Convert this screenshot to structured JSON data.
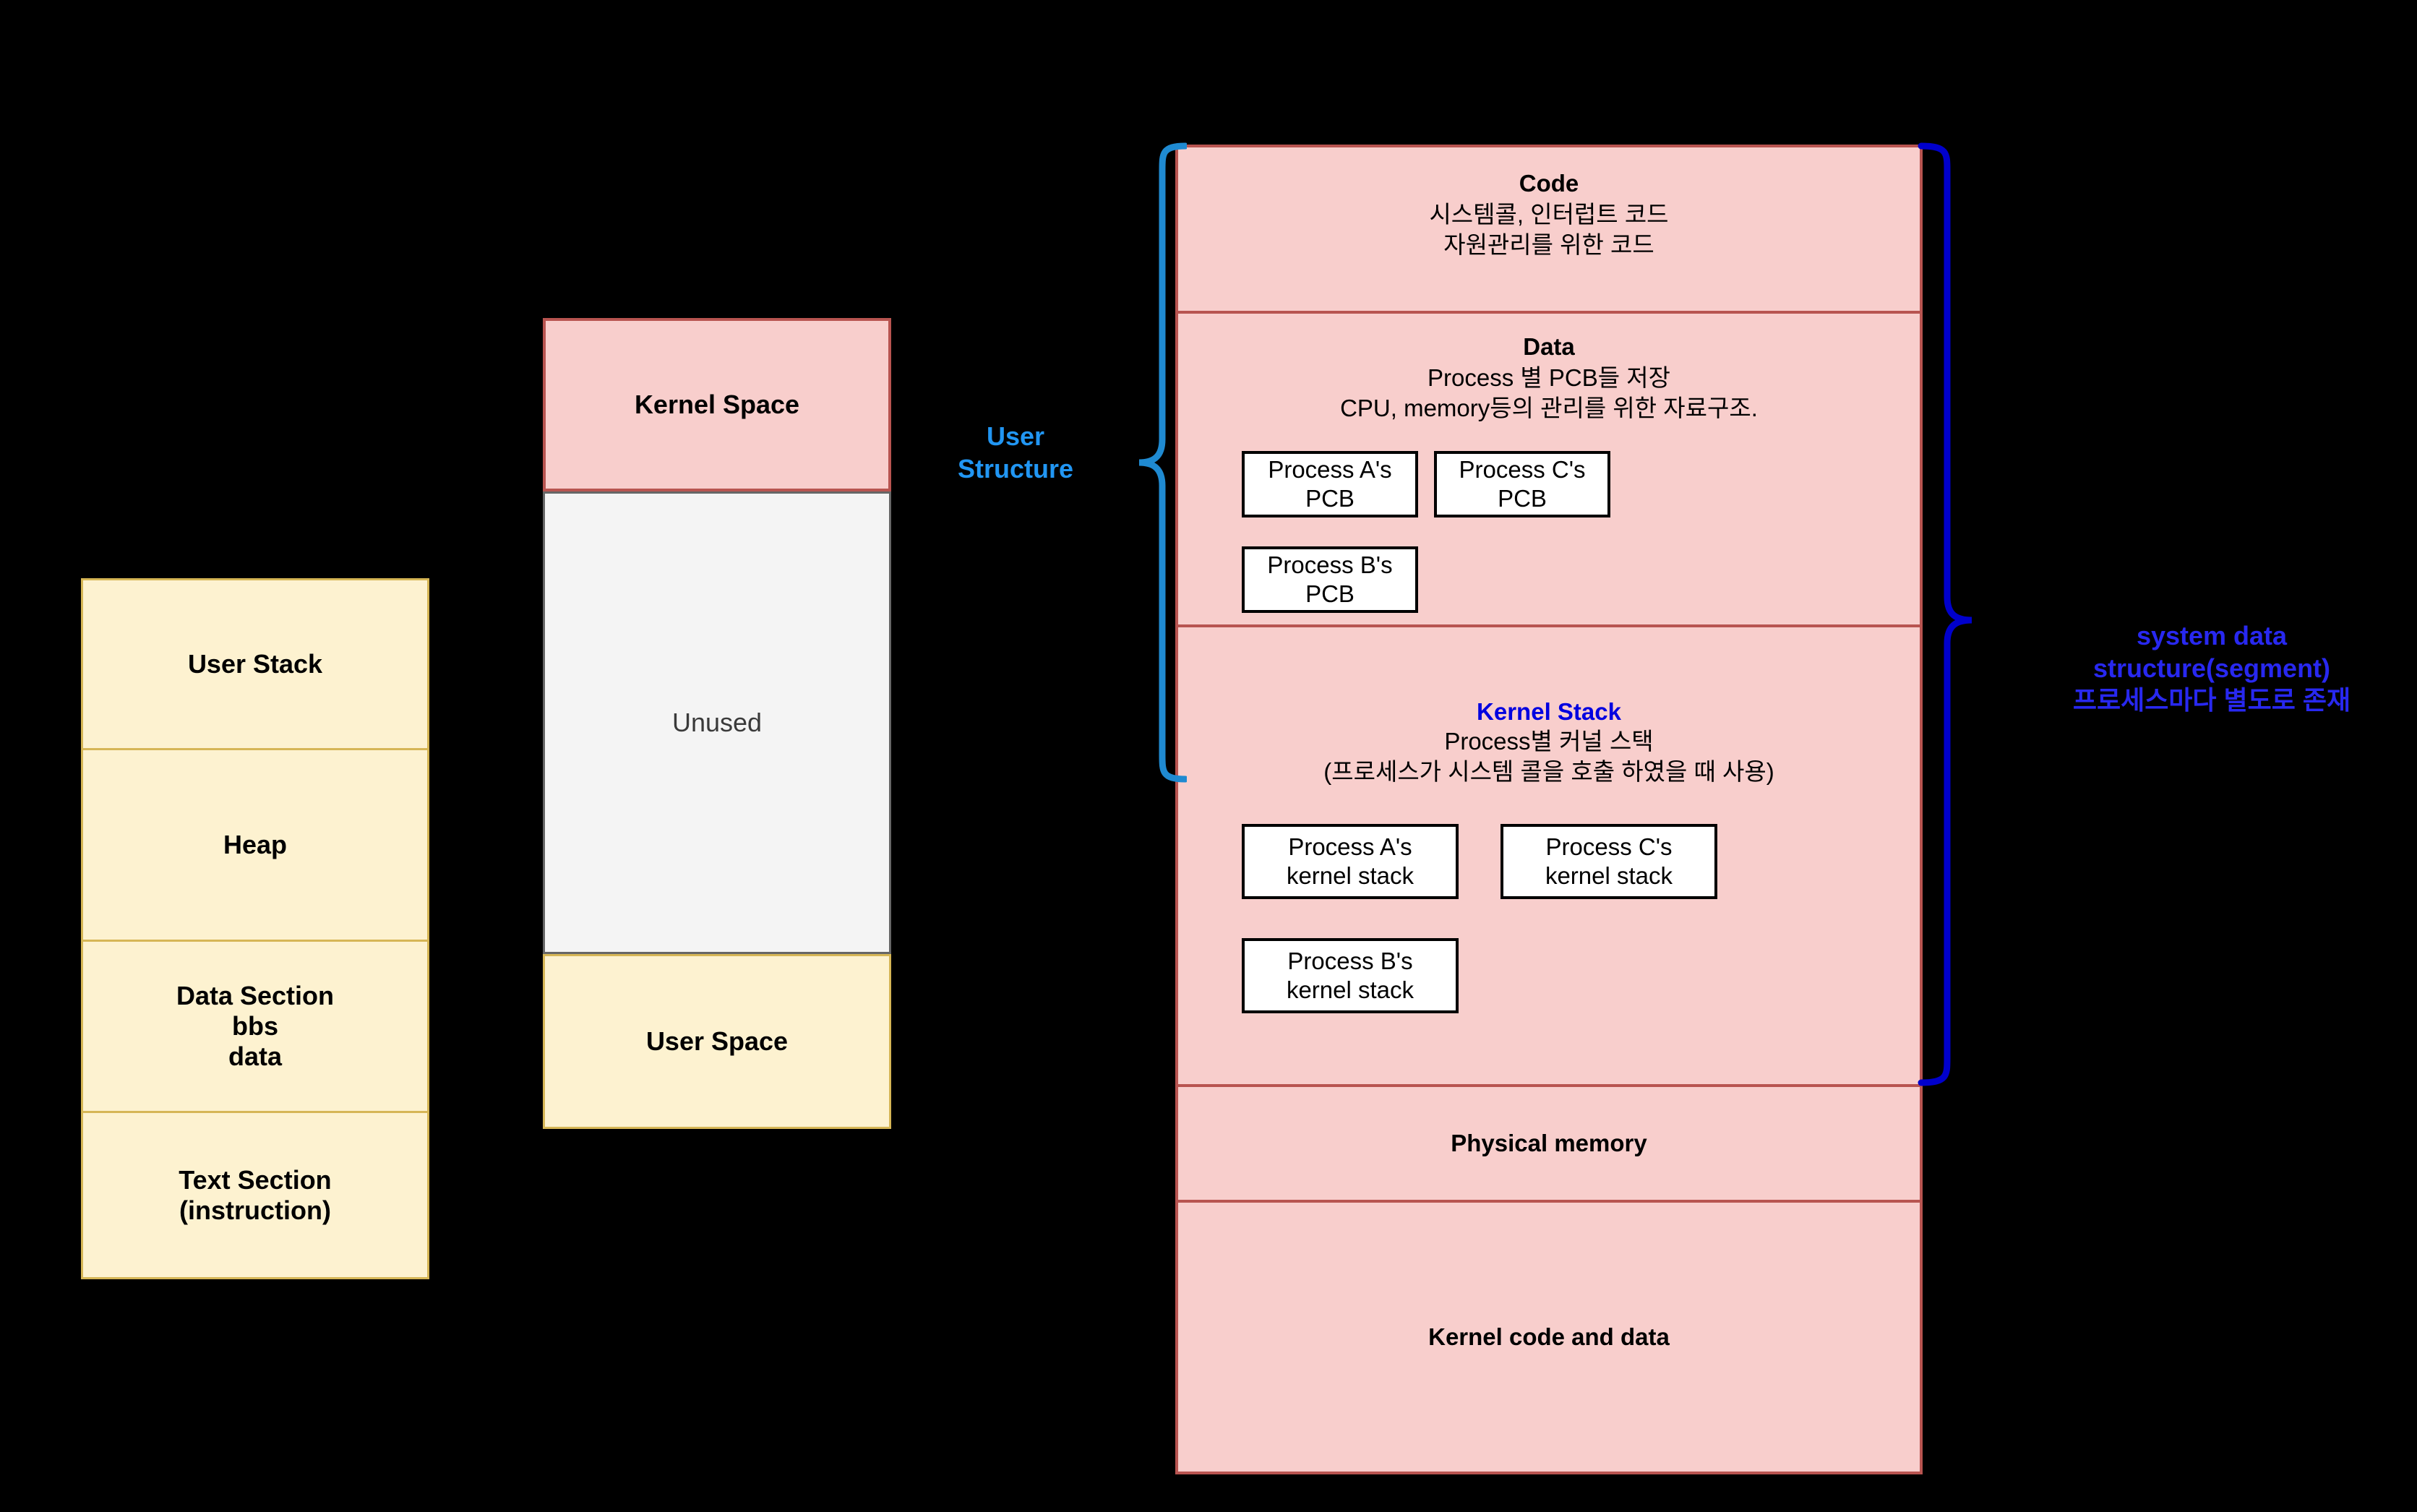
{
  "diagram": {
    "title": "Process memory layout and kernel space structure",
    "colors": {
      "background": "#000000",
      "user_fill": "#fdf2d0",
      "user_border": "#d6b656",
      "kernel_fill": "#f8cecc",
      "kernel_border": "#b85450",
      "unused_fill": "#f4f4f4",
      "unused_border": "#666666",
      "brace_left": "#1f8ad1",
      "brace_right": "#0000cc",
      "label_blue_light": "#2196f3",
      "label_blue_dark": "#2828f0",
      "chip_fill": "#ffffff",
      "chip_border": "#000000"
    }
  },
  "user_process": {
    "name": "user-process-memory-column",
    "rows": [
      {
        "label": "User Stack"
      },
      {
        "label": "Heap"
      },
      {
        "label": "Data Section",
        "line2": "bbs",
        "line3": "data"
      },
      {
        "label": "Text Section",
        "line2": "(instruction)"
      }
    ]
  },
  "address_space": {
    "name": "address-space-column",
    "rows": [
      {
        "label": "Kernel Space",
        "style": "bold"
      },
      {
        "label": "Unused",
        "style": "normal"
      },
      {
        "label": "User Space",
        "style": "bold"
      }
    ]
  },
  "kernel_space": {
    "name": "kernel-space-panel",
    "segments": [
      {
        "id": "code",
        "title": "Code",
        "lines": [
          "시스템콜, 인터럽트 코드",
          "자원관리를 위한 코드"
        ],
        "chips": []
      },
      {
        "id": "data",
        "title": "Data",
        "lines": [
          "Process 별 PCB들 저장",
          "CPU, memory등의 관리를 위한 자료구조."
        ],
        "chips": [
          {
            "line1": "Process A's",
            "line2": "PCB"
          },
          {
            "line1": "Process C's",
            "line2": "PCB"
          },
          {
            "line1": "Process B's",
            "line2": "PCB"
          }
        ]
      },
      {
        "id": "kernel-stack",
        "title": "Kernel Stack",
        "lines": [
          "Process별 커널 스택",
          "(프로세스가 시스템 콜을 호출 하였을 때 사용)"
        ],
        "chips": [
          {
            "line1": "Process A's",
            "line2": "kernel stack"
          },
          {
            "line1": "Process C's",
            "line2": "kernel stack"
          },
          {
            "line1": "Process B's",
            "line2": "kernel stack"
          }
        ]
      },
      {
        "id": "physical-memory",
        "title": "Physical memory",
        "lines": [],
        "chips": []
      },
      {
        "id": "kernel-code-and-data",
        "title": "Kernel code and data",
        "lines": [],
        "chips": []
      }
    ]
  },
  "annotations": {
    "user_structure": {
      "line1": "User",
      "line2": "Structure"
    },
    "system_data_structure": {
      "line1": "system data",
      "line2": "structure(segment)",
      "line3": "프로세스마다 별도로 존재"
    }
  }
}
